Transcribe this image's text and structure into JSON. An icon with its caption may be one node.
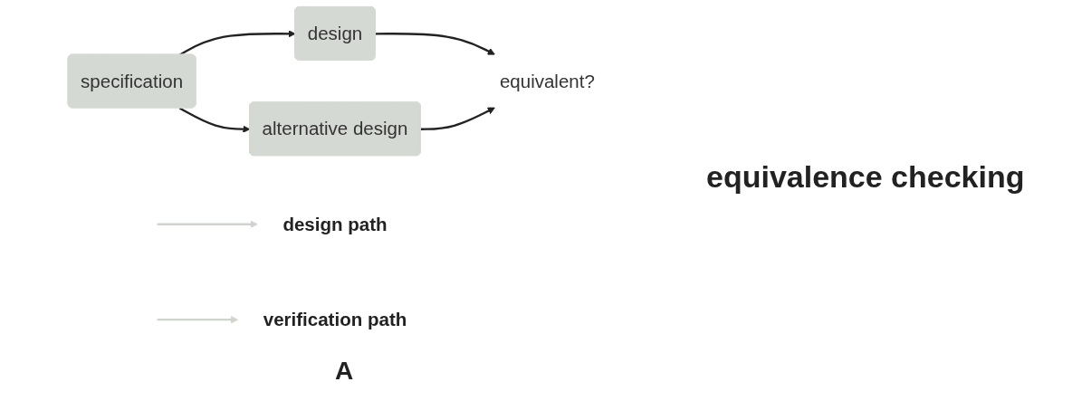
{
  "diagram": {
    "caption": "A",
    "nodes": [
      {
        "text": [
          "specification"
        ]
      },
      {
        "text": [
          "design"
        ]
      },
      {
        "text": [
          "equivalent?"
        ]
      },
      {
        "text": [
          "alternative design"
        ]
      },
      {
        "text": [
          "design path"
        ]
      },
      {
        "text": [
          "verification path"
        ]
      }
    ],
    "edges": [
      {
        "from": 0,
        "to": 1,
        "arrow": "to"
      },
      {
        "from": 0,
        "to": 3,
        "arrow": "to"
      },
      {
        "from": 1,
        "to": 2,
        "arrow": "to"
      },
      {
        "from": 3,
        "to": 2,
        "arrow": "to"
      },
      {
        "from": null,
        "to": 4,
        "arrow": "to",
        "color": "#cfd4cd"
      },
      {
        "from": null,
        "to": 5,
        "arrow": "to",
        "color": "#cfd4cd"
      }
    ],
    "labels": [
      "equivalence checking"
    ]
  }
}
